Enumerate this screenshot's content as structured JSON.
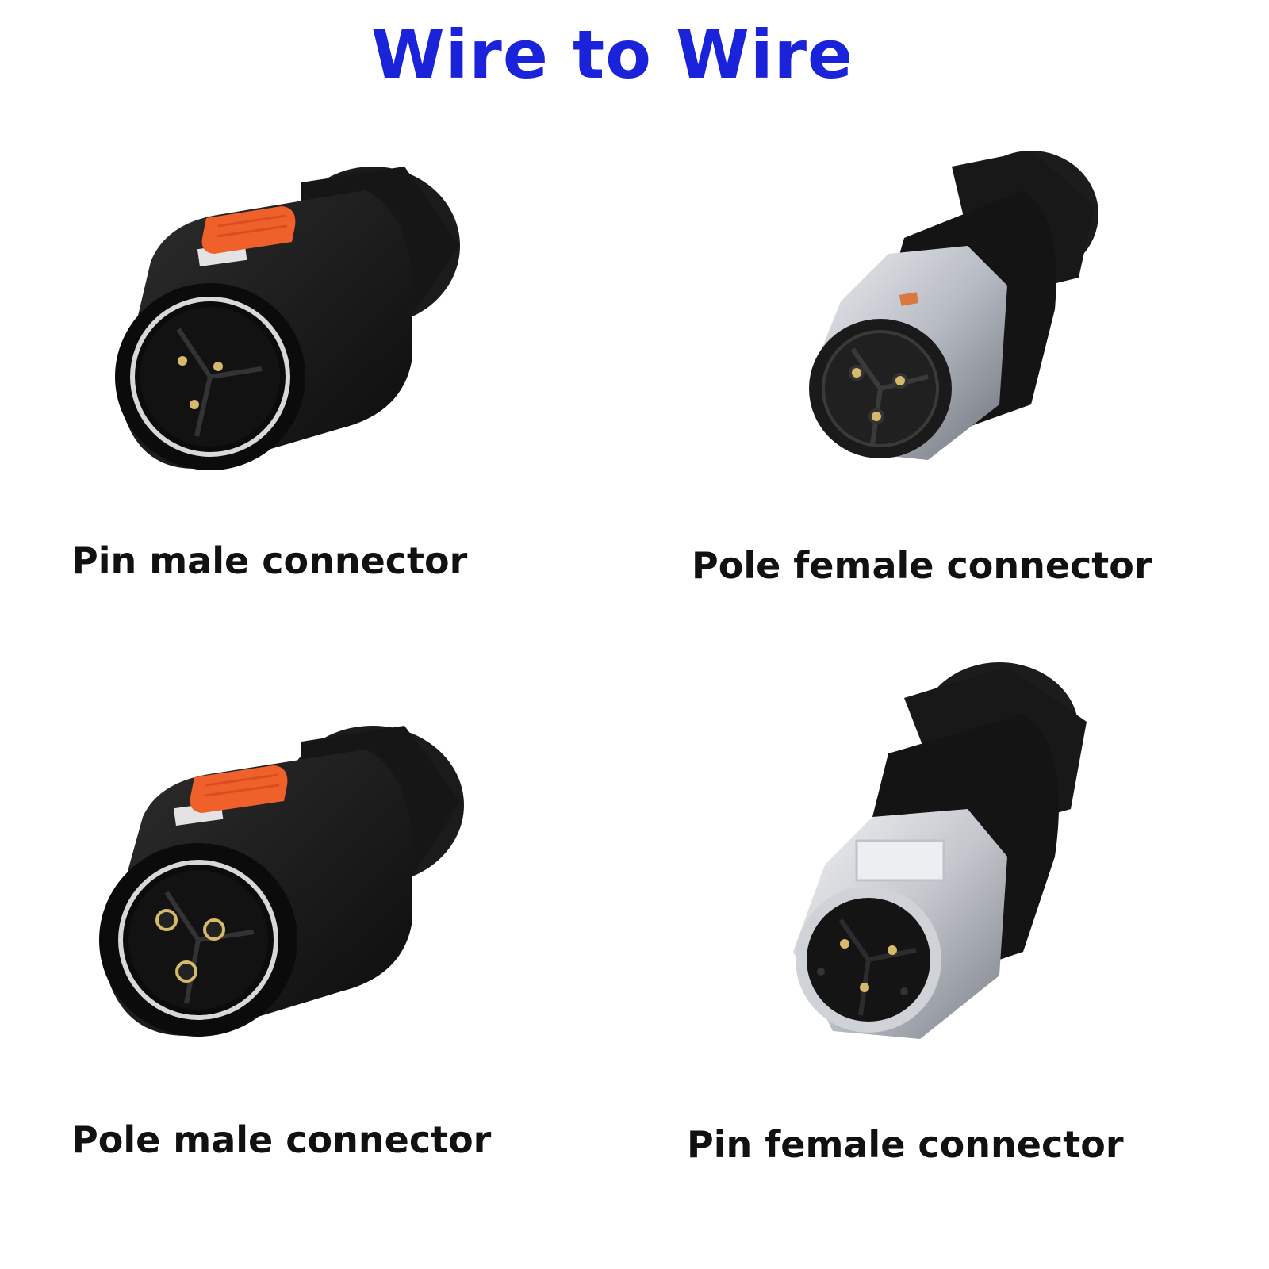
{
  "title": {
    "text": "Wire to Wire",
    "color": "#1a23d9"
  },
  "products": [
    {
      "name": "Pin male connector",
      "icon": "pin-male-connector-image",
      "body": "black",
      "latch": "orange",
      "contacts": "pins"
    },
    {
      "name": "Pole female connector",
      "icon": "pole-female-connector-image",
      "body": "black",
      "flange": "silver",
      "contacts": "sockets"
    },
    {
      "name": "Pole male connector",
      "icon": "pole-male-connector-image",
      "body": "black",
      "latch": "orange",
      "contacts": "sockets"
    },
    {
      "name": "Pin female connector",
      "icon": "pin-female-connector-image",
      "body": "black",
      "flange": "silver",
      "contacts": "pins"
    }
  ],
  "colors": {
    "connector_body": "#141414",
    "latch": "#f0602a",
    "metal": "#c9ccd1",
    "contact": "#d7b96a"
  }
}
